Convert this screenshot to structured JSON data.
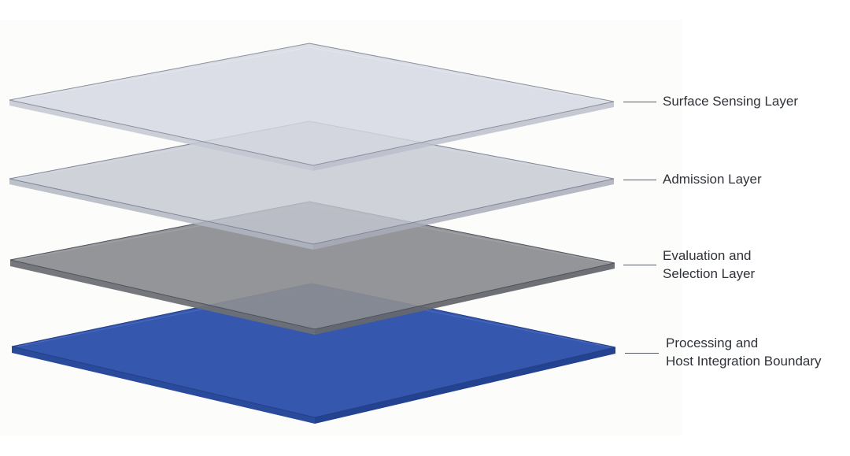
{
  "diagram": {
    "type": "exploded-layer-stack",
    "layers": [
      {
        "id": "surface-sensing",
        "label_lines": [
          "Surface Sensing Layer"
        ],
        "fill": "#d3d7e0",
        "fill_opacity": 0.85,
        "edge": "#8a909c"
      },
      {
        "id": "admission",
        "label_lines": [
          "Admission Layer"
        ],
        "fill": "#c3c7d1",
        "fill_opacity": 0.85,
        "edge": "#80869a"
      },
      {
        "id": "evaluation-selection",
        "label_lines": [
          "Evaluation and",
          "Selection Layer"
        ],
        "fill": "#8c8d91",
        "fill_opacity": 0.95,
        "edge": "#4f535b"
      },
      {
        "id": "processing-host",
        "label_lines": [
          "Processing and",
          "Host Integration Boundary"
        ],
        "fill": "#3557ad",
        "fill_opacity": 1,
        "edge": "#243f86"
      }
    ]
  }
}
